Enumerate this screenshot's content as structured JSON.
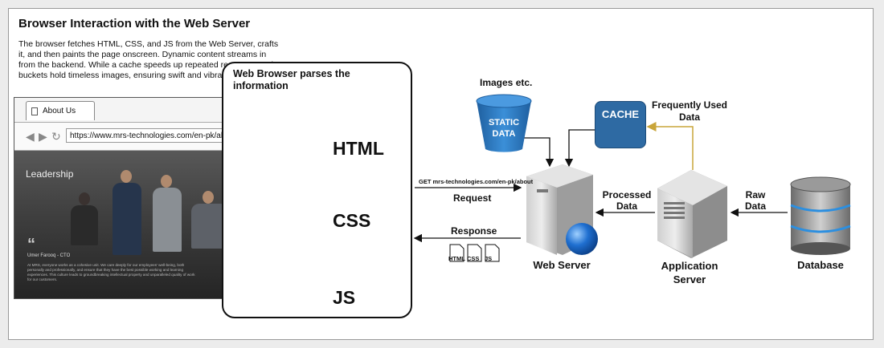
{
  "title": "Browser Interaction with the Web Server",
  "description": "The browser fetches HTML, CSS, and JS from the Web Server, crafts it, and then paints the page onscreen. Dynamic content streams in from the backend. While a cache speeds up repeated requests, static buckets hold timeless images, ensuring swift and vibrant displays.",
  "browser": {
    "tab_label": "About Us",
    "url": "https://www.mrs-technologies.com/en-pk/about/",
    "page_heading": "Leadership",
    "quote_glyph": "“",
    "person_name": "Umer Farooq - CTO",
    "person_text": "At MRS, everyone works as a cohesive unit. We care deeply for our employees' well-being, both personally and professionally, and ensure that they have the best possible working and learning experiences. This culture leads to groundbreaking intellectual property and unparalleled quality of work for our customers."
  },
  "panel": {
    "title": "Web Browser parses the information",
    "files": [
      "HTML",
      "CSS",
      "JS"
    ]
  },
  "static": {
    "caption": "Images etc.",
    "line1": "STATIC",
    "line2": "DATA"
  },
  "cache": {
    "label": "CACHE",
    "caption": "Frequently Used Data"
  },
  "request": {
    "url": "GET mrs-technologies.com/en-pk/about",
    "label": "Request"
  },
  "response": {
    "label": "Response",
    "files": [
      "HTML",
      "CSS",
      "JS"
    ]
  },
  "processed": "Processed Data",
  "raw": "Raw Data",
  "nodes": {
    "web_server": "Web Server",
    "app_server": "Application Server",
    "database": "Database"
  },
  "colors": {
    "cache_blue": "#2e6aa3",
    "static_blue": "#2f78be",
    "cache_arrow": "#c9a53a",
    "sphere_blue": "#1f6fd0"
  }
}
